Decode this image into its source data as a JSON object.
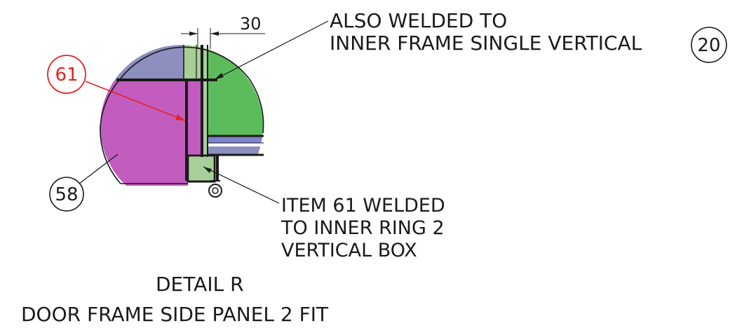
{
  "dimension": {
    "value": "30"
  },
  "balloons": [
    {
      "number": "61",
      "color": "#e8211f"
    },
    {
      "number": "58",
      "color": "#1a1a1a"
    },
    {
      "number": "20",
      "color": "#1a1a1a"
    }
  ],
  "notes": {
    "also_welded": [
      "ALSO WELDED TO",
      "INNER FRAME SINGLE VERTICAL"
    ],
    "item61_welded": [
      "ITEM 61 WELDED",
      "TO INNER RING 2",
      "VERTICAL BOX"
    ]
  },
  "title": {
    "detail": "DETAIL R",
    "caption": "DOOR FRAME SIDE PANEL 2 FIT"
  },
  "colors": {
    "purple_panel": "#c25cbf",
    "slate_top": "#8d8fbf",
    "green_part": "#5cbc5c",
    "light_green": "#a7cf97",
    "blue_strip": "#7f83cc",
    "leader_red": "#e8211f",
    "ink": "#1a1a1a"
  }
}
